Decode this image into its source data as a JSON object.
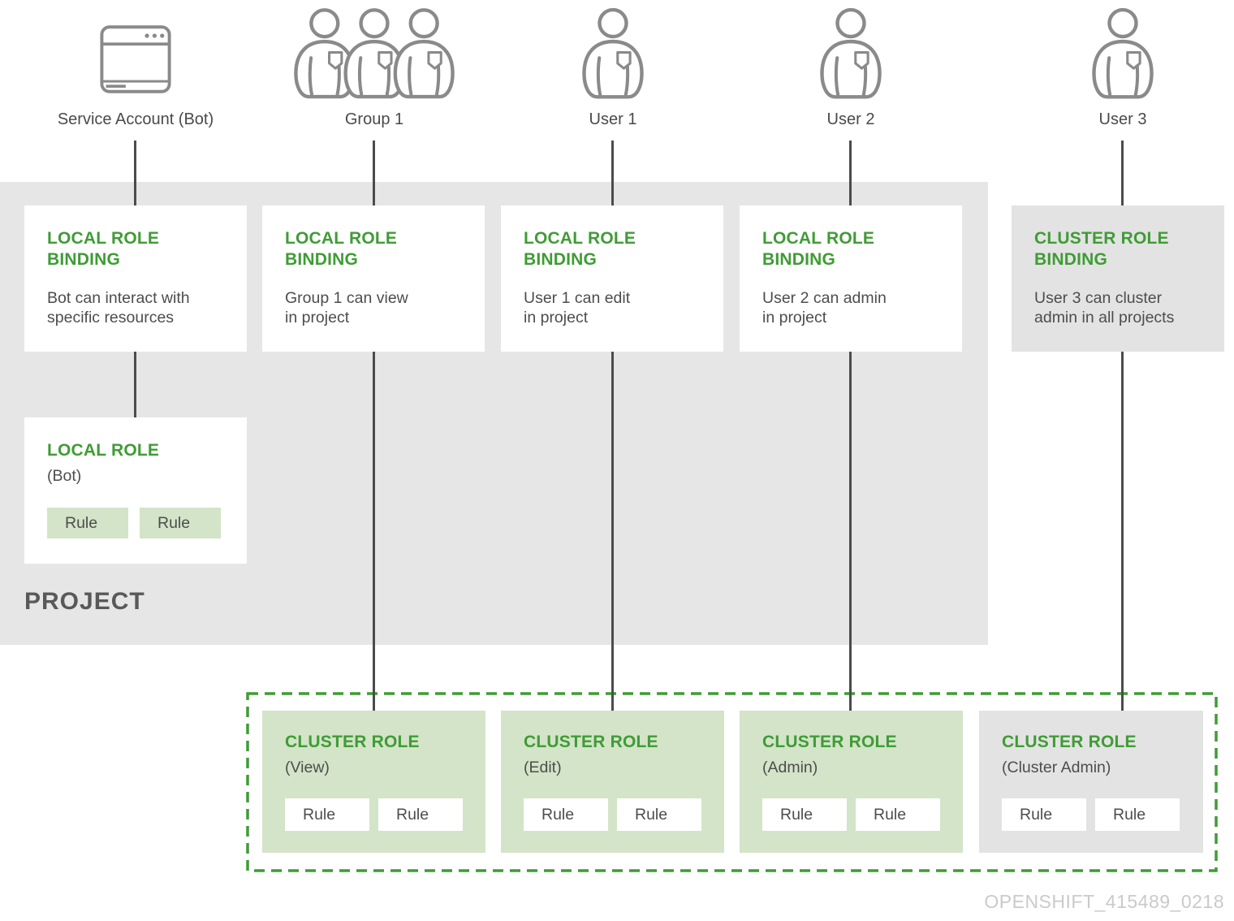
{
  "colors": {
    "accent_green": "#3f9c35",
    "light_green_fill": "#d3e4c8",
    "project_gray": "#e6e6e6",
    "card_gray": "#e3e3e3",
    "connector_gray": "#4c4c4c",
    "text_gray": "#4d4d4d",
    "icon_gray": "#8a8a8a",
    "watermark_gray": "#cacaca"
  },
  "entities": [
    {
      "label": "Service Account (Bot)",
      "icon": "browser-icon"
    },
    {
      "label": "Group 1",
      "icon": "group-icon"
    },
    {
      "label": "User 1",
      "icon": "user-icon"
    },
    {
      "label": "User 2",
      "icon": "user-icon"
    },
    {
      "label": "User 3",
      "icon": "user-icon"
    }
  ],
  "project": {
    "label": "PROJECT"
  },
  "bindings": [
    {
      "title": "LOCAL ROLE BINDING",
      "lines": [
        "Bot can interact with",
        "specific resources"
      ]
    },
    {
      "title": "LOCAL ROLE BINDING",
      "lines": [
        "Group 1 can view",
        "in project"
      ]
    },
    {
      "title": "LOCAL ROLE BINDING",
      "lines": [
        "User 1 can edit",
        "in project"
      ]
    },
    {
      "title": "LOCAL ROLE BINDING",
      "lines": [
        "User 2 can admin",
        "in project"
      ]
    },
    {
      "title": "CLUSTER ROLE BINDING",
      "lines": [
        "User 3 can cluster",
        "admin in all projects"
      ]
    }
  ],
  "local_role": {
    "title": "LOCAL ROLE",
    "subtitle": "(Bot)",
    "rules": [
      "Rule",
      "Rule"
    ]
  },
  "cluster_roles": [
    {
      "title": "CLUSTER ROLE",
      "subtitle": "(View)",
      "rules": [
        "Rule",
        "Rule"
      ]
    },
    {
      "title": "CLUSTER ROLE",
      "subtitle": "(Edit)",
      "rules": [
        "Rule",
        "Rule"
      ]
    },
    {
      "title": "CLUSTER ROLE",
      "subtitle": "(Admin)",
      "rules": [
        "Rule",
        "Rule"
      ]
    },
    {
      "title": "CLUSTER ROLE",
      "subtitle": "(Cluster Admin)",
      "rules": [
        "Rule",
        "Rule"
      ]
    }
  ],
  "watermark": "OPENSHIFT_415489_0218"
}
